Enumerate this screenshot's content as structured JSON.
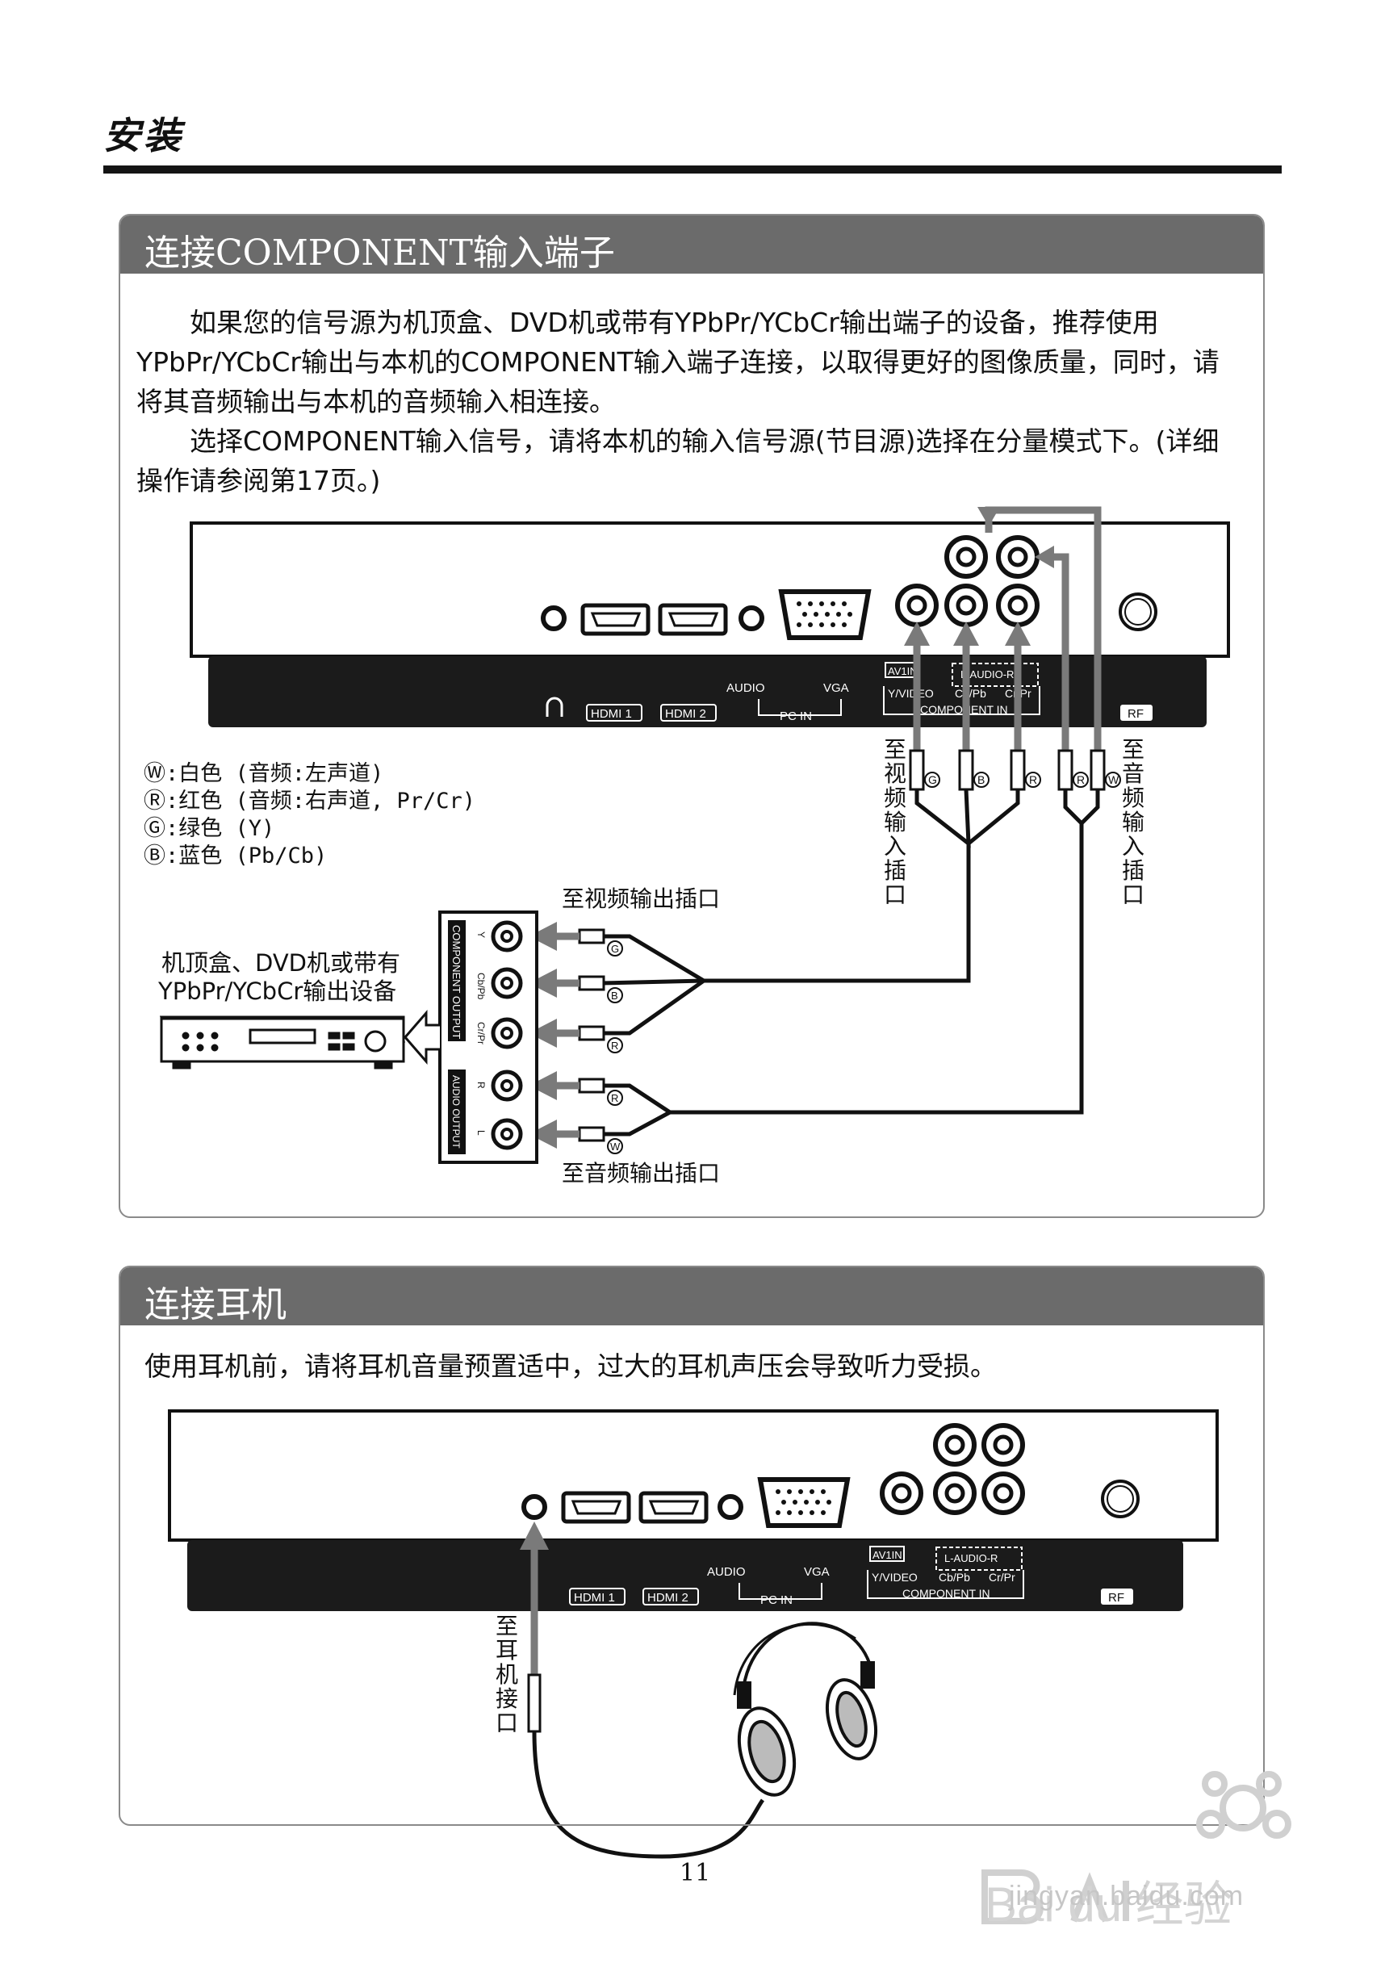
{
  "page": {
    "heading": "安装",
    "page_number": "11"
  },
  "component_section": {
    "title": "连接COMPONENT输入端子",
    "para1": "如果您的信号源为机顶盒、DVD机或带有YPbPr/YCbCr输出端子的设备，推荐使用YPbPr/YCbCr输出与本机的COMPONENT输入端子连接，以取得更好的图像质量，同时，请将其音频输出与本机的音频输入相连接。",
    "para2": "选择COMPONENT输入信号，请将本机的输入信号源(节目源)选择在分量模式下。(详细操作请参阅第17页。)",
    "legend": [
      "Ⓦ:白色 (音频:左声道)",
      "Ⓡ:红色 (音频:右声道, Pr/Cr)",
      "Ⓖ:绿色 (Y)",
      "Ⓑ:蓝色 (Pb/Cb)"
    ],
    "to_video_input": "至视频输入插口",
    "to_audio_input": "至音频输入插口",
    "to_video_output": "至视频输出插口",
    "to_audio_output": "至音频输出插口",
    "device_label_1": "机顶盒、DVD机或带有",
    "device_label_2": "YPbPr/YCbCr输出设备",
    "device_component_output": "COMPONENT OUTPUT",
    "device_audio_output": "AUDIO OUTPUT",
    "device_jacks": [
      "Y",
      "Cb/Pb",
      "Cr/Pr",
      "R",
      "L"
    ],
    "plug_codes": [
      "G",
      "B",
      "R",
      "R",
      "W"
    ]
  },
  "panel": {
    "hdmi1": "HDMI 1",
    "hdmi2": "HDMI 2",
    "audio": "AUDIO",
    "vga": "VGA",
    "pc_in": "PC IN",
    "av1in": "AV1IN",
    "l_audio_r": "L-AUDIO-R",
    "y_video": "Y/VIDEO",
    "cb_pb": "Cb/Pb",
    "cr_pr": "Cr/Pr",
    "component_in": "COMPONENT IN",
    "rf": "RF"
  },
  "headphone_section": {
    "title": "连接耳机",
    "para": "使用耳机前，请将耳机音量预置适中，过大的耳机声压会导致听力受损。",
    "to_headphone": "至耳机接口"
  },
  "watermark": {
    "brand": "Bai du 经验",
    "url": "jingyan.baidu.com"
  }
}
